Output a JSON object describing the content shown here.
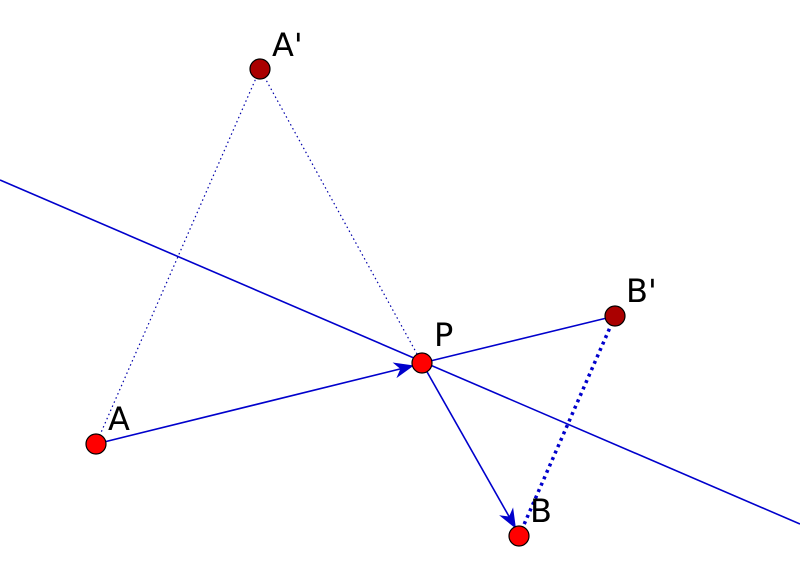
{
  "colors": {
    "line": "#0000cc",
    "point_fill": "#ff0000",
    "reflected_point_fill": "#aa0000",
    "point_stroke": "#000000",
    "label": "#000000"
  },
  "points": {
    "A": {
      "label": "A"
    },
    "A_prime": {
      "label": "A'"
    },
    "P": {
      "label": "P"
    },
    "B_prime": {
      "label": "B'"
    },
    "B": {
      "label": "B"
    }
  }
}
